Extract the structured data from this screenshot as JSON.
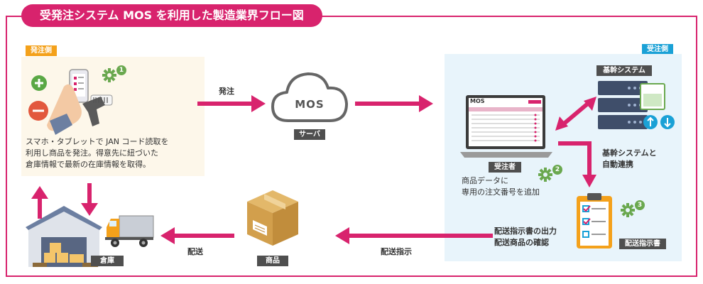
{
  "title": "受発注システム MOS を利用した製造業界フロー図",
  "tags": {
    "ordering_side": "発注側",
    "receiving_side": "受注側"
  },
  "ordering_panel": {
    "description": "スマホ・タブレットで JAN コード読取を\n利用し商品を発注。得意先に紐づいた\n倉庫情報で最新の在庫情報を取得。",
    "step_number": "1"
  },
  "flows": {
    "order": "発注",
    "delivery": "配送",
    "delivery_instruction": "配送指示",
    "core_auto": "基幹システムと\n自動連携"
  },
  "server": {
    "logo_text": "MOS",
    "label": "サーバ"
  },
  "receiver": {
    "screen_logo": "MOS",
    "label": "受注者",
    "description": "商品データに\n専用の注文番号を追加",
    "step_number": "2"
  },
  "core_system": {
    "label": "基幹システム"
  },
  "instruction_sheet": {
    "label": "配送指示書",
    "description": "配送指示書の出力\n配送商品の確認",
    "step_number": "3"
  },
  "product": {
    "label": "商品"
  },
  "warehouse": {
    "label": "倉庫"
  },
  "colors": {
    "accent": "#d8236d",
    "order_tag": "#f4a11b",
    "receive_tag": "#1aa1d6",
    "gear": "#6aa84f"
  }
}
